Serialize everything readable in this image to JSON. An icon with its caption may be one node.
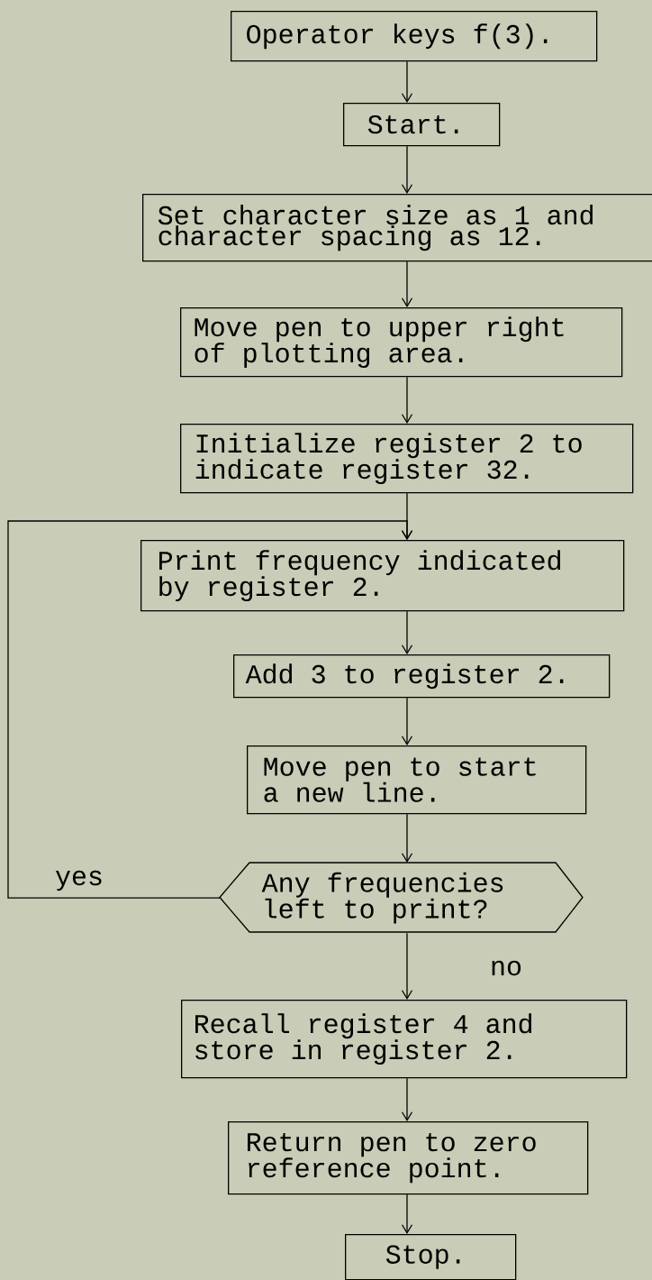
{
  "diagram": {
    "nodes": [
      {
        "text": [
          "Operator keys f(3)."
        ]
      },
      {
        "text": [
          "Start."
        ]
      },
      {
        "text": [
          "Set character size as 1 and character spacing as 12."
        ]
      },
      {
        "text": [
          "Move pen to upper right of plotting area."
        ]
      },
      {
        "text": [
          "Initialize register 2 to indicate register 32."
        ]
      },
      {
        "text": [
          "Print frequency indicated by register 2."
        ]
      },
      {
        "text": [
          "Add 3 to register 2."
        ]
      },
      {
        "text": [
          "Move pen to start a new line."
        ]
      },
      {
        "text": [
          "Any frequencies left to print?"
        ]
      },
      {
        "text": [
          "Recall register 4 and store in register 2."
        ]
      },
      {
        "text": [
          "Return pen to zero reference point."
        ]
      },
      {
        "text": [
          "Stop."
        ]
      }
    ],
    "edges": [
      {
        "from": 0,
        "to": 1,
        "arrow": "to"
      },
      {
        "from": 1,
        "to": 2,
        "arrow": "to"
      },
      {
        "from": 2,
        "to": 3,
        "arrow": "to"
      },
      {
        "from": 3,
        "to": 4,
        "arrow": "to"
      },
      {
        "from": 4,
        "to": 5,
        "arrow": "to"
      },
      {
        "from": 5,
        "to": 6,
        "arrow": "to"
      },
      {
        "from": 6,
        "to": 7,
        "arrow": "to"
      },
      {
        "from": 7,
        "to": 8,
        "arrow": "to"
      },
      {
        "from": 8,
        "to": 5,
        "arrow": "to",
        "label": "yes"
      },
      {
        "from": 8,
        "to": 9,
        "arrow": "to",
        "label": "no"
      },
      {
        "from": 9,
        "to": 10,
        "arrow": "to"
      },
      {
        "from": 10,
        "to": 11,
        "arrow": "to"
      }
    ]
  }
}
